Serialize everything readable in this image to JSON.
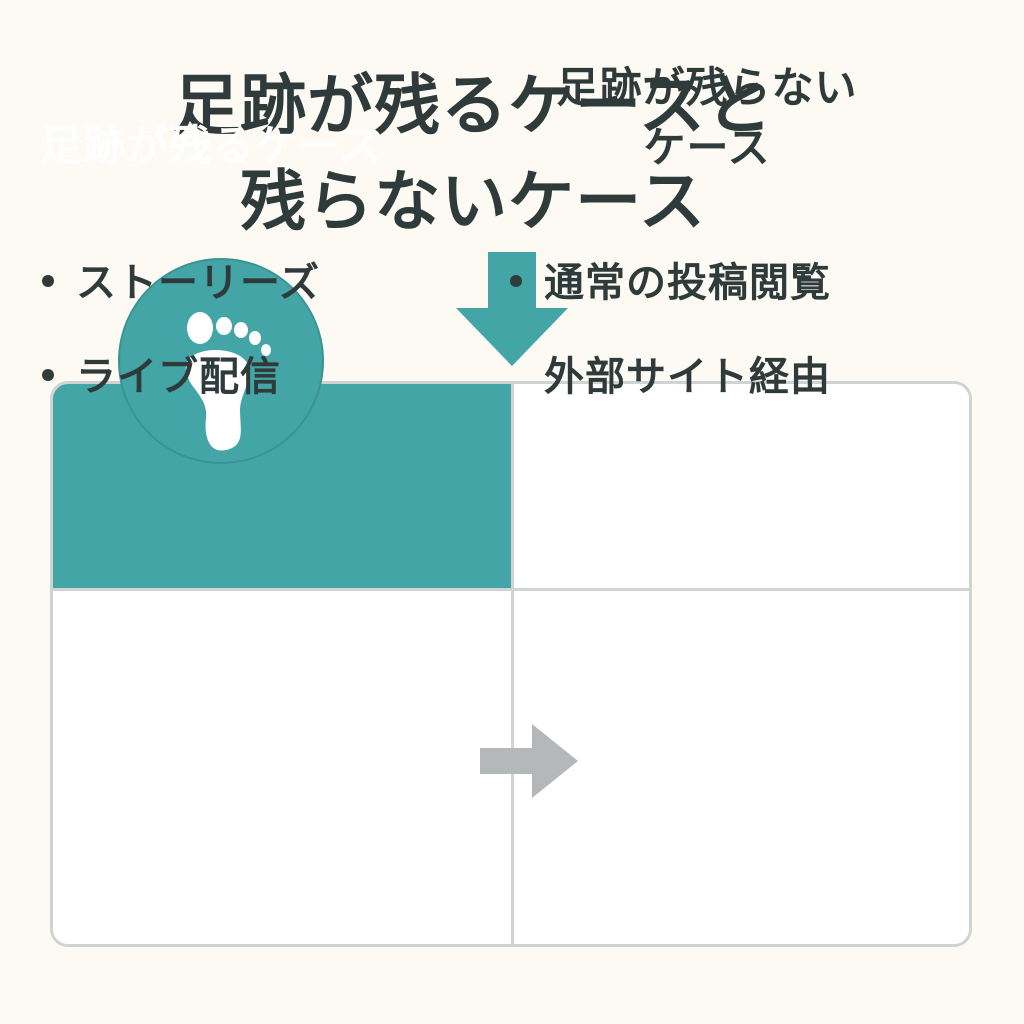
{
  "title": {
    "line1": "足跡が残るケースと",
    "line2": "残らないケース"
  },
  "table": {
    "left": {
      "header": "足跡が残るケース",
      "items": [
        "ストーリーズ",
        "ライブ配信"
      ]
    },
    "right": {
      "header_line1": "足跡が残らない",
      "header_line2": "ケース",
      "items": [
        "通常の投稿閲覧",
        "外部サイト経由"
      ]
    }
  },
  "icons": {
    "badge": "footprint-icon",
    "pointer": "arrow-down-icon",
    "connector": "arrow-right-icon"
  },
  "colors": {
    "accent": "#43a5a6",
    "text": "#2f3b3b",
    "background": "#fdfaf4",
    "border": "#cfd3d3",
    "arrow_gray": "#b4b8b8"
  }
}
